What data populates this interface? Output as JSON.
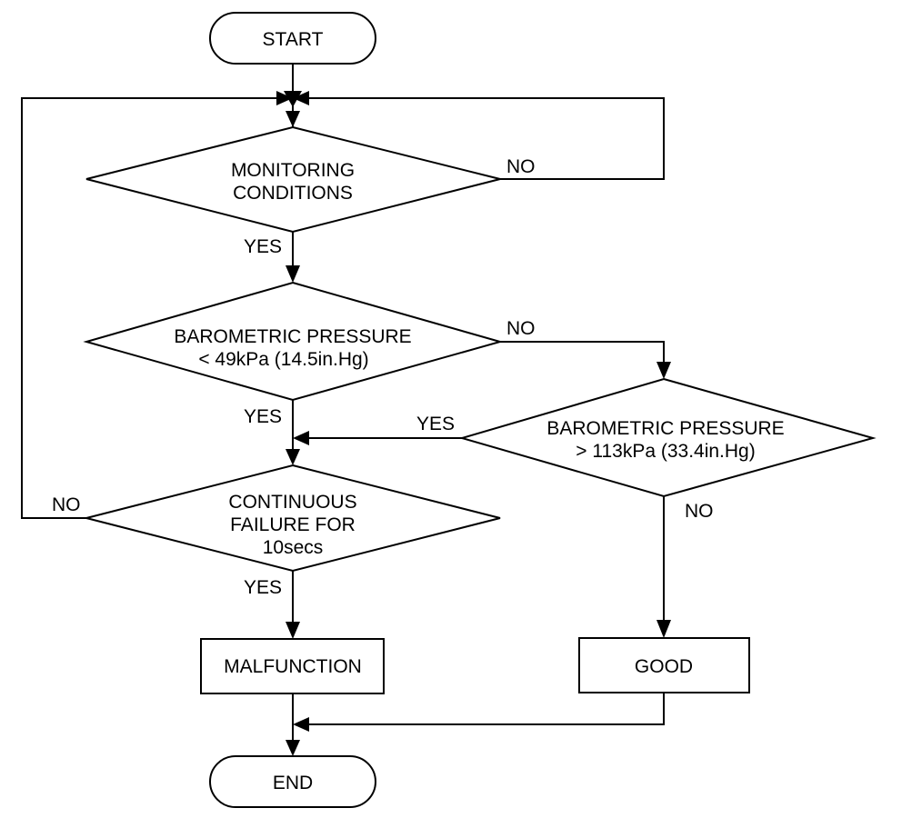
{
  "flowchart": {
    "start": "START",
    "end": "END",
    "decision_monitoring": {
      "line1": "MONITORING",
      "line2": "CONDITIONS"
    },
    "decision_low_pressure": {
      "line1": "BAROMETRIC PRESSURE",
      "line2": "< 49kPa (14.5in.Hg)"
    },
    "decision_high_pressure": {
      "line1": "BAROMETRIC PRESSURE",
      "line2": "> 113kPa (33.4in.Hg)"
    },
    "decision_continuous": {
      "line1": "CONTINUOUS",
      "line2": "FAILURE FOR",
      "line3": "10secs"
    },
    "result_malfunction": "MALFUNCTION",
    "result_good": "GOOD",
    "branch_labels": {
      "monitoring_no": "NO",
      "monitoring_yes": "YES",
      "low_pressure_no": "NO",
      "low_pressure_yes": "YES",
      "high_pressure_yes": "YES",
      "high_pressure_no": "NO",
      "continuous_no": "NO",
      "continuous_yes": "YES"
    }
  }
}
